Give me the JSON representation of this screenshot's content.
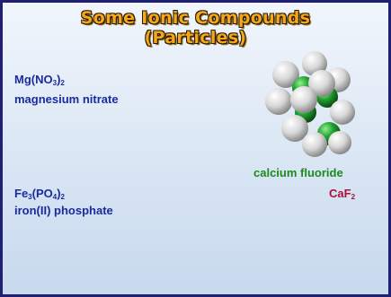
{
  "title": {
    "line1": "Some Ionic Compounds",
    "line2": "(Particles)"
  },
  "compounds": [
    {
      "formula_parts": [
        "Mg(NO",
        "3",
        ")",
        "2"
      ],
      "name": "magnesium nitrate"
    },
    {
      "formula_parts": [
        "Fe",
        "3",
        "(PO",
        "4",
        ")",
        "2"
      ],
      "name": "iron(II) phosphate"
    }
  ],
  "crystal": {
    "name": "calcium fluoride",
    "formula_parts": [
      "CaF",
      "2"
    ],
    "icon": "crystal-lattice-icon"
  },
  "colors": {
    "title": "#f3a71c",
    "blue_text": "#1a2aa0",
    "green_text": "#1d8a1d",
    "red_text": "#b0103a",
    "calcium_ion": "#1e9e2e",
    "fluoride_ion": "#dcdcdc"
  }
}
